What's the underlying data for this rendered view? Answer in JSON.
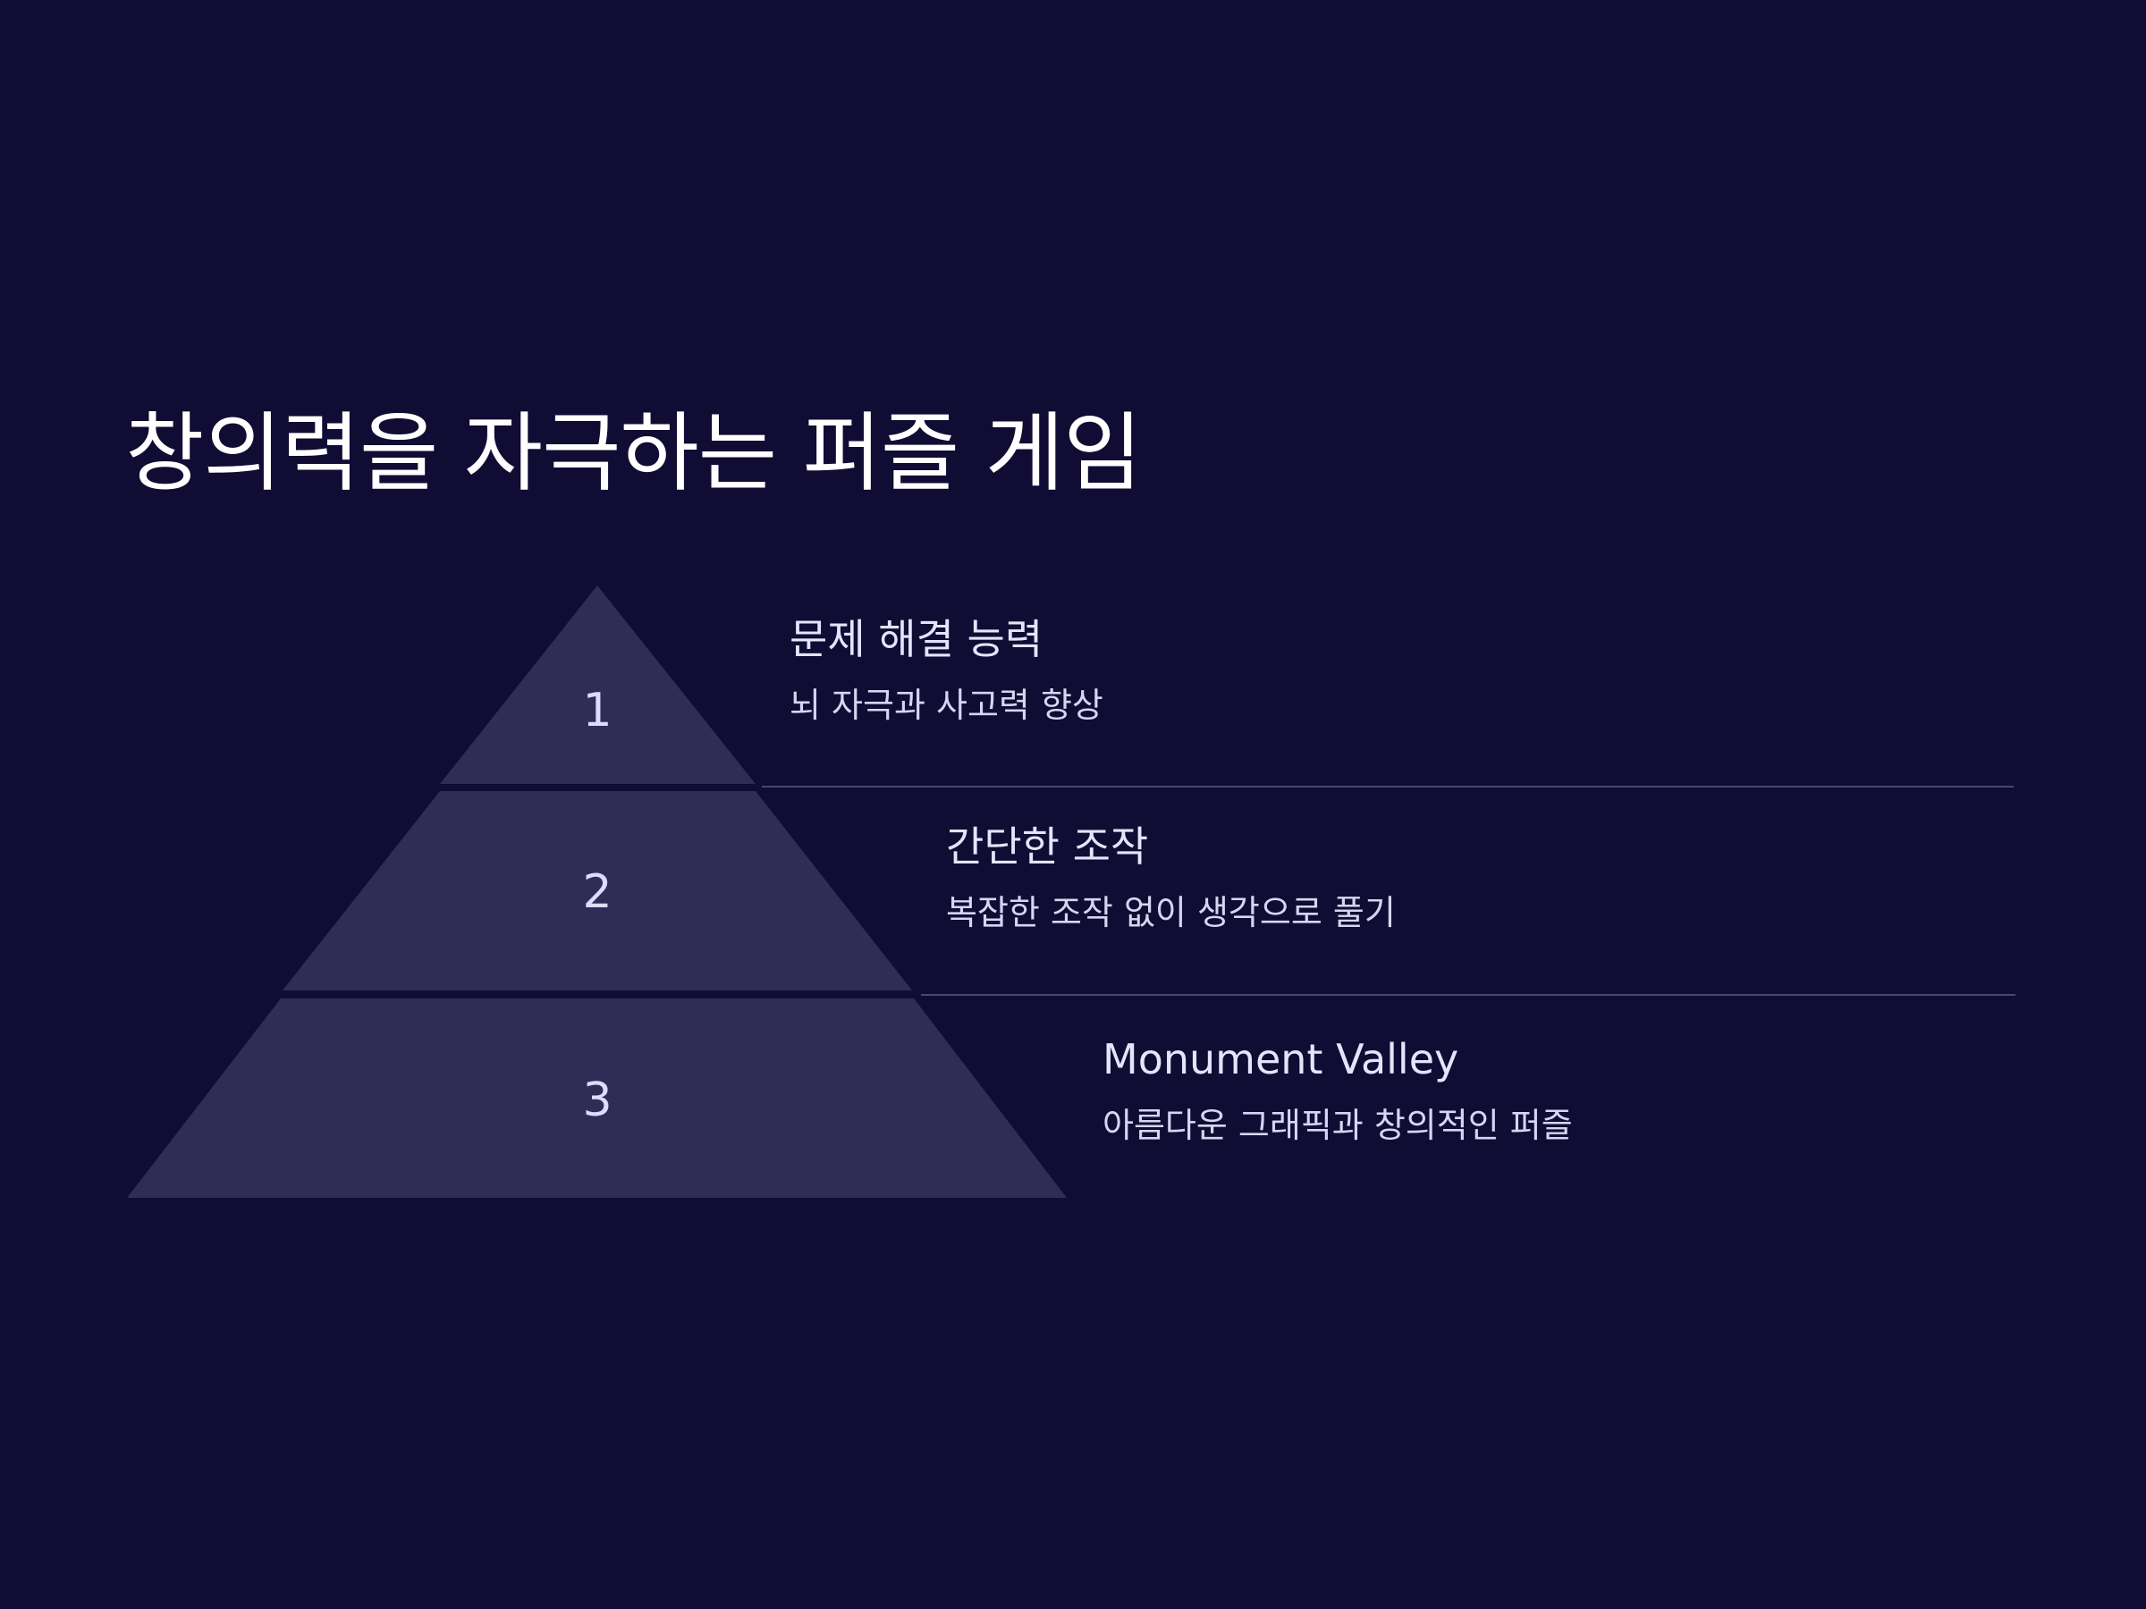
{
  "title": "창의력을 자극하는 퍼즐 게임",
  "colors": {
    "background": "#100c33",
    "tier_fill": "#312c56",
    "divider": "#4a4670",
    "text": "#e4e4fb"
  },
  "tiers": [
    {
      "number": "1",
      "heading": "문제 해결 능력",
      "description": "뇌 자극과 사고력 향상"
    },
    {
      "number": "2",
      "heading": "간단한 조작",
      "description": "복잡한 조작 없이 생각으로 풀기"
    },
    {
      "number": "3",
      "heading": "Monument Valley",
      "description": "아름다운 그래픽과 창의적인 퍼즐"
    }
  ]
}
